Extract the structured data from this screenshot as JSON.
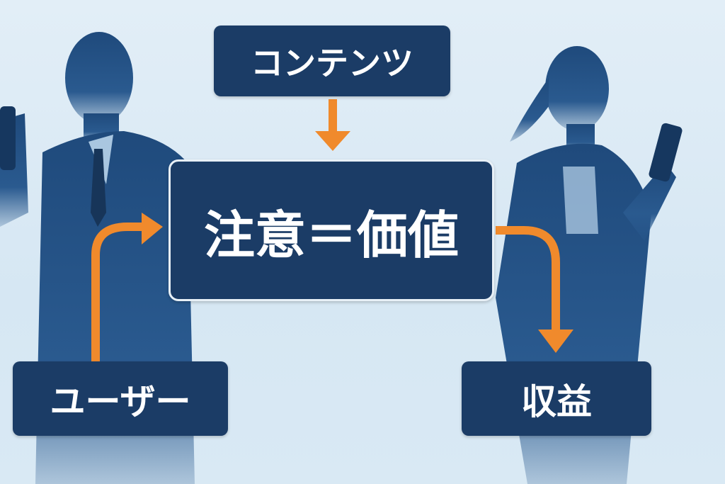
{
  "boxes": {
    "content": "コンテンツ",
    "main": "注意＝価値",
    "user": "ユーザー",
    "revenue": "収益"
  },
  "colors": {
    "box": "#1b3c66",
    "arrow": "#f08a2c",
    "silhouette": "#1f4a7c",
    "background": "#dbe9f3"
  }
}
